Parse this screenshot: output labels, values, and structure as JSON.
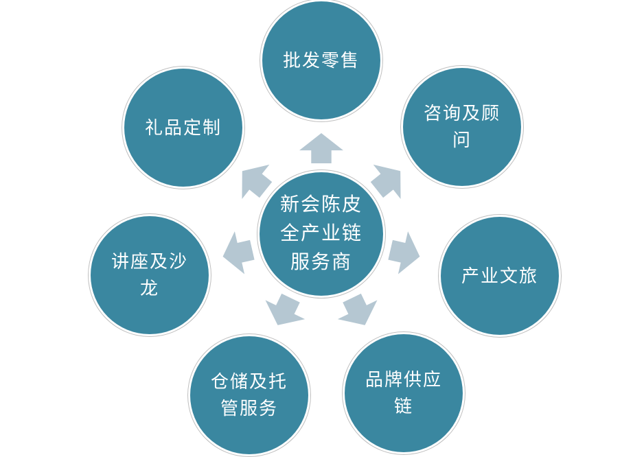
{
  "diagram": {
    "type": "radial-hub-spoke",
    "center": {
      "label": "新会陈皮全产业链服务商"
    },
    "nodes": [
      {
        "id": "wholesale-retail",
        "position": "top",
        "label": "批发零售"
      },
      {
        "id": "consulting-advisory",
        "position": "top-right",
        "label": "咨询及顾问"
      },
      {
        "id": "industry-culture-tourism",
        "position": "right",
        "label": "产业文旅"
      },
      {
        "id": "brand-supply-chain",
        "position": "bottom-right",
        "label": "品牌供应链"
      },
      {
        "id": "warehousing-custody",
        "position": "bottom-left",
        "label": "仓储及托管服务"
      },
      {
        "id": "lectures-salons",
        "position": "left",
        "label": "讲座及沙龙"
      },
      {
        "id": "gift-customization",
        "position": "top-left",
        "label": "礼品定制"
      }
    ],
    "colors": {
      "circle_fill": "#3A87A0",
      "arrow_fill": "#B5C7D2",
      "ring": "#BFBFBF",
      "text": "#FFFFFF",
      "background": "#FFFFFF"
    }
  }
}
